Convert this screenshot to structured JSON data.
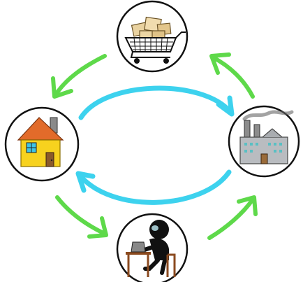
{
  "diagram": {
    "type": "circular-flow",
    "nodes": [
      {
        "id": "goods",
        "icon": "shopping-cart-with-boxes-icon"
      },
      {
        "id": "household",
        "icon": "house-icon"
      },
      {
        "id": "firm",
        "icon": "factory-icon"
      },
      {
        "id": "labor",
        "icon": "worker-at-desk-icon"
      }
    ],
    "outer_flows": [
      {
        "from": "goods",
        "to": "household",
        "color": "#5ed94a"
      },
      {
        "from": "household",
        "to": "labor",
        "color": "#5ed94a"
      },
      {
        "from": "labor",
        "to": "firm",
        "color": "#5ed94a"
      },
      {
        "from": "firm",
        "to": "goods",
        "color": "#5ed94a"
      }
    ],
    "inner_flows": [
      {
        "from": "household",
        "to": "firm",
        "color": "#3dd2ee"
      },
      {
        "from": "firm",
        "to": "household",
        "color": "#3dd2ee"
      }
    ],
    "colors": {
      "green_arrow": "#5ed94a",
      "cyan_arrow": "#3dd2ee",
      "node_border": "#111111",
      "background": "#ffffff"
    }
  }
}
